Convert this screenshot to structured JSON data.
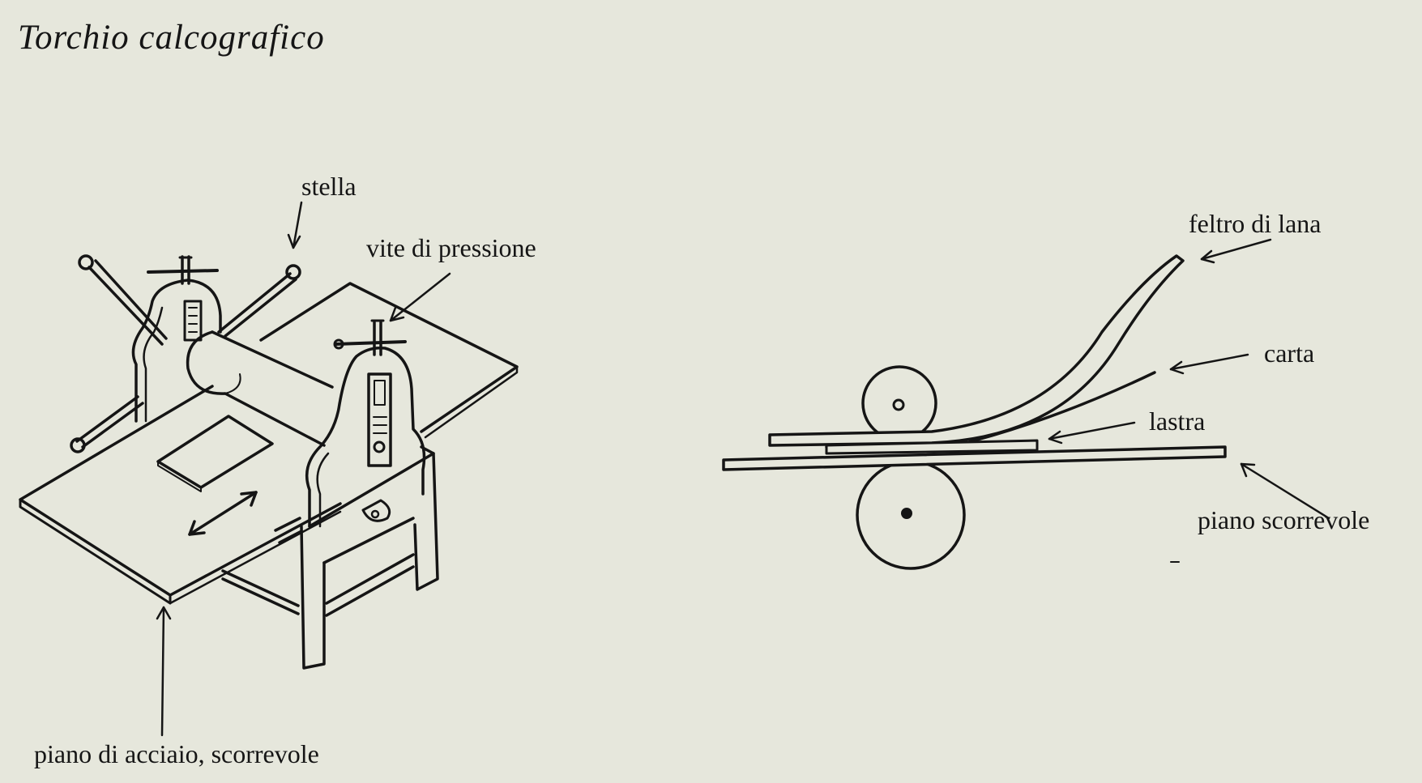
{
  "title": "Torchio calcografico",
  "labels": {
    "stella": "stella",
    "vite_di_pressione": "vite di pressione",
    "piano_di_acciaio": "piano di acciaio, scorrevole",
    "feltro_di_lana": "feltro di lana",
    "carta": "carta",
    "lastra": "lastra",
    "piano_scorrevole": "piano scorrevole"
  },
  "colors": {
    "paper": "#e6e7dc",
    "ink": "#151515"
  }
}
